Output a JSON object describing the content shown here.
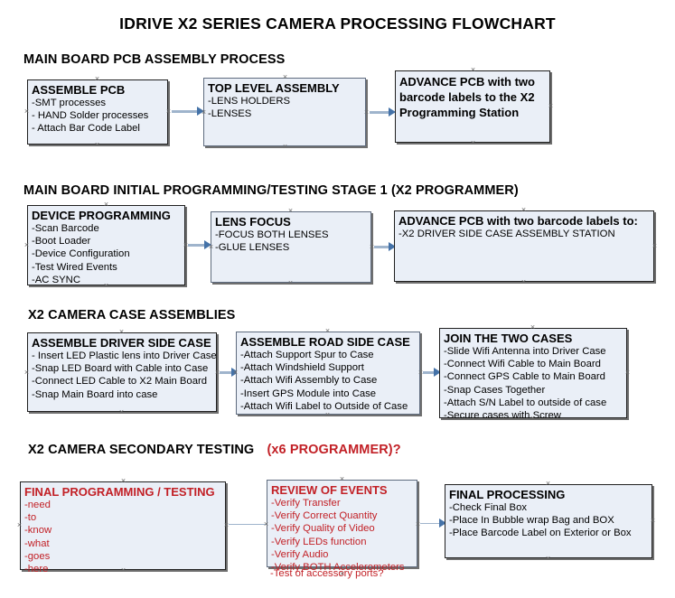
{
  "document": {
    "title": "IDRIVE X2  SERIES CAMERA PROCESSING FLOWCHART",
    "accent_color": "#c22026",
    "box_fill": "#eaeff7",
    "connector_color": "#9fb4cc",
    "arrowhead_color": "#4472a8"
  },
  "sections": [
    {
      "id": "main-board-pcb-assembly",
      "heading": "MAIN BOARD PCB ASSEMBLY PROCESS",
      "heading_accent": "",
      "boxes": [
        {
          "id": "assemble-pcb",
          "title": "ASSEMBLE PCB",
          "lines": [
            "-SMT processes",
            "- HAND Solder processes",
            "- Attach Bar Code Label"
          ],
          "color": "black"
        },
        {
          "id": "top-level-assembly",
          "title": "TOP LEVEL ASSEMBLY",
          "lines": [
            "-LENS HOLDERS",
            "-LENSES"
          ],
          "color": "black"
        },
        {
          "id": "advance-pcb-to-x2-programming-station",
          "title": "ADVANCE PCB with two barcode labels to the  X2 Programming Station",
          "lines": [],
          "color": "black"
        }
      ]
    },
    {
      "id": "main-board-initial-programming",
      "heading": "MAIN BOARD INITIAL PROGRAMMING/TESTING STAGE 1 (X2 PROGRAMMER)",
      "heading_accent": "",
      "boxes": [
        {
          "id": "device-programming",
          "title": "DEVICE PROGRAMMING",
          "lines": [
            "-Scan Barcode",
            "-Boot Loader",
            "-Device Configuration",
            "-Test Wired Events",
            "-AC SYNC"
          ],
          "color": "black"
        },
        {
          "id": "lens-focus",
          "title": "LENS FOCUS",
          "lines": [
            "-FOCUS BOTH LENSES",
            "-GLUE LENSES"
          ],
          "color": "black"
        },
        {
          "id": "advance-pcb-to-driver-side-case",
          "title": "ADVANCE PCB with two barcode labels to:",
          "lines": [
            "-X2 DRIVER  SIDE  CASE  ASSEMBLY STATION"
          ],
          "color": "black"
        }
      ]
    },
    {
      "id": "x2-camera-case-assemblies",
      "heading": "X2 CAMERA CASE ASSEMBLIES",
      "heading_accent": "",
      "boxes": [
        {
          "id": "assemble-driver-side-case",
          "title": "ASSEMBLE DRIVER SIDE CASE",
          "lines": [
            "- Insert LED Plastic lens into Driver Case",
            "-Snap LED Board with Cable into Case",
            "-Connect LED Cable to X2 Main Board",
            "-Snap Main Board into case"
          ],
          "color": "black"
        },
        {
          "id": "assemble-road-side-case",
          "title": "ASSEMBLE ROAD SIDE CASE",
          "lines": [
            "-Attach Support Spur to Case",
            "-Attach Windshield Support",
            "-Attach Wifi Assembly to Case",
            "-Insert GPS Module into Case",
            "-Attach Wifi Label to Outside of Case"
          ],
          "color": "black"
        },
        {
          "id": "join-the-two-cases",
          "title": "JOIN THE TWO CASES",
          "lines": [
            "-Slide Wifi Antenna into Driver Case",
            "-Connect Wifi Cable to Main Board",
            "-Connect GPS Cable to Main Board",
            "-Snap Cases Together",
            "-Attach S/N Label to outside of case",
            "-Secure cases with Screw"
          ],
          "color": "black"
        }
      ]
    },
    {
      "id": "x2-camera-secondary-testing",
      "heading": "X2 CAMERA SECONDARY TESTING",
      "heading_accent": "(x6 PROGRAMMER)?",
      "boxes": [
        {
          "id": "final-programming-testing",
          "title": "FINAL PROGRAMMING / TESTING",
          "lines": [
            "-need",
            "-to",
            "-know",
            "-what",
            "-goes",
            "-here"
          ],
          "color": "red"
        },
        {
          "id": "review-of-events",
          "title": "REVIEW OF EVENTS",
          "lines": [
            "-Verify Transfer",
            "-Verify Correct Quantity",
            "-Verify Quality of Video",
            "-Verify LEDs function",
            "-Verify Audio",
            "-Verify BOTH Accelerometers"
          ],
          "overflow_line": "-Test of accessory ports?",
          "color": "red"
        },
        {
          "id": "final-processing",
          "title": "FINAL PROCESSING",
          "lines": [
            "-Check Final Box",
            "-Place In Bubble wrap Bag and BOX",
            "-Place Barcode Label on Exterior or Box"
          ],
          "color": "black"
        }
      ]
    }
  ]
}
